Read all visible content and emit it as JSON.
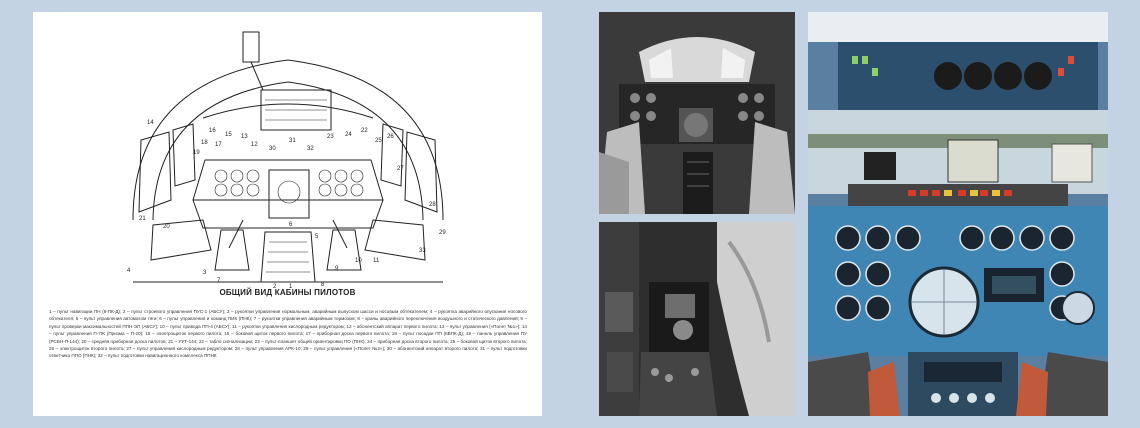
{
  "diagram": {
    "caption": "ОБЩИЙ ВИД КАБИНЫ ПИЛОТОВ",
    "legend": "1 – пульт навигации ПН (8-ПК-Д); 2 – пульт строевого управления ПУС-1 (АБСУ); 3 – рукоятки управления нормальным, аварийным выпуском шасси и носовым обтекателем; 4 – рукоятка аварийного опускания носового обтекателя; 5 – пульт управления автоматом тяги; 6 – пульт управления и команд ПИК (ПНК); 7 – рукоятки управления аварийным тормозом; 8 – краны аварийного переключения воздушного и статического давлений; 9 – пульт проверки максимальностей ППН-ЭП (АБСУ); 10 – пульт привода ПП-4 (АБСУ); 11 – рукоятки управления кислородным редуктором; 12 – абонентский аппарат первого пилота; 13 – пульт управления («Полет №1»); 14 – пульт управления П-7Ж (Призма – П-20); 15 – электрощиток первого пилота; 16 – боковой щиток первого пилота; 17 – приборная доска первого пилота; 18 – пульт посадки ПП (8ВПК-Д); 19 – панель управления ПУ (РСБН-П-144); 20 – средняя приборная доска пилотов; 21 – УУТ-144; 22 – табло сигнализации; 23 – пульт-планшет общей ориентировки ПО (ПНК); 24 – приборная доска второго пилота; 25 – боковой щиток второго пилота; 26 – электрощиток второго пилота; 27 – пульт управления кислородным редуктором; 28 – пульт управления АРК-10; 29 – пульт управления («Полет №2»); 30 – абонентский аппарат второго пилота; 31 – пульт подготовки ответчика ППО (ПНК); 32 – пульт подготовки навигационного комплекса ППНК",
    "callouts": [
      "14",
      "21",
      "20",
      "4",
      "19",
      "18",
      "17",
      "16",
      "15",
      "13",
      "12",
      "30",
      "31",
      "32",
      "23",
      "24",
      "22",
      "25",
      "26",
      "27",
      "28",
      "29",
      "33",
      "3",
      "6",
      "5",
      "9",
      "10",
      "11",
      "7",
      "8",
      "2",
      "1"
    ]
  },
  "colors": {
    "background": "#c3d3e3",
    "page": "#ffffff",
    "panel_blue": "#3f86b4",
    "photo_dark": "#2a2a2a"
  }
}
